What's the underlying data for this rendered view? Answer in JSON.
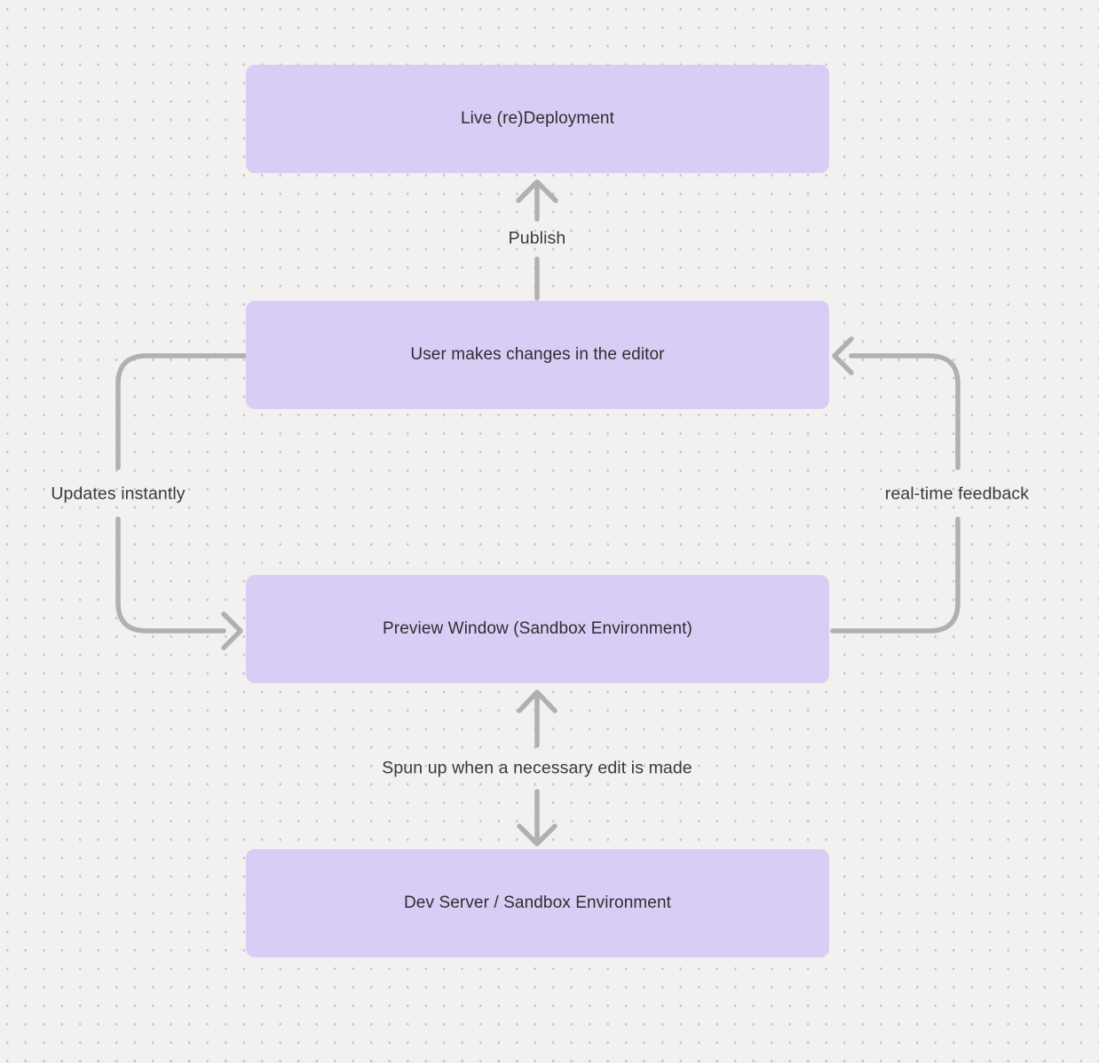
{
  "colors": {
    "background": "#f2f1f0",
    "dot": "#c6c5c3",
    "node_fill": "#d7cdf5",
    "node_text": "#2f2e31",
    "label_text": "#3a393c",
    "arrow": "#b1b0ae"
  },
  "nodes": [
    {
      "id": "live-redeployment",
      "label": "Live (re)Deployment"
    },
    {
      "id": "user-editor",
      "label": "User makes changes in the editor"
    },
    {
      "id": "preview-window",
      "label": "Preview Window (Sandbox Environment)"
    },
    {
      "id": "dev-server",
      "label": "Dev Server / Sandbox Environment"
    }
  ],
  "edges": [
    {
      "id": "publish",
      "label": "Publish",
      "from": "user-editor",
      "to": "live-redeployment"
    },
    {
      "id": "updates-instantly",
      "label": "Updates instantly",
      "from": "user-editor",
      "to": "preview-window"
    },
    {
      "id": "realtime-feedback",
      "label": "real-time feedback",
      "from": "preview-window",
      "to": "user-editor"
    },
    {
      "id": "spun-up",
      "label": "Spun up when a necessary edit is made",
      "from": "preview-window",
      "to": "dev-server",
      "bidirectional": true
    }
  ]
}
